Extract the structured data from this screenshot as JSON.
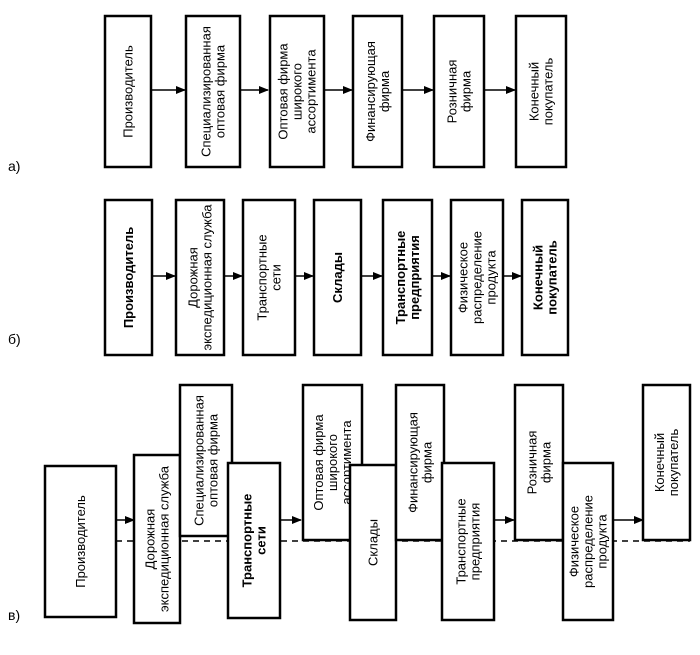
{
  "rows": [
    {
      "label": "а)",
      "boxes": [
        "Производитель",
        "Специализированная\nоптовая фирма",
        "Оптовая фирма\nширокого\nассортимента",
        "Финансирующая\nфирма",
        "Розничная\nфирма",
        "Конечный\nпокупатель"
      ]
    },
    {
      "label": "б)",
      "boxes": [
        "Производитель",
        "Дорожная\nэкспедиционная служба",
        "Транспортные\nсети",
        "Склады",
        "Транспортные\nпредприятия",
        "Физическое\nраспределение\nпродукта",
        "Конечный\nпокупатель"
      ]
    },
    {
      "label": "в)",
      "boxes": [
        "Производитель",
        "Дорожная\nэкспедиционная служба",
        "Специализированная\nоптовая фирма",
        "Транспортные\nсети",
        "Оптовая фирма\nширокого\nассортимента",
        "Склады",
        "Финансирующая\nфирма",
        "Транспортные\nпредприятия",
        "Розничная\nфирма",
        "Физическое\nраспределение\nпродукта",
        "Конечный\nпокупатель"
      ]
    }
  ]
}
